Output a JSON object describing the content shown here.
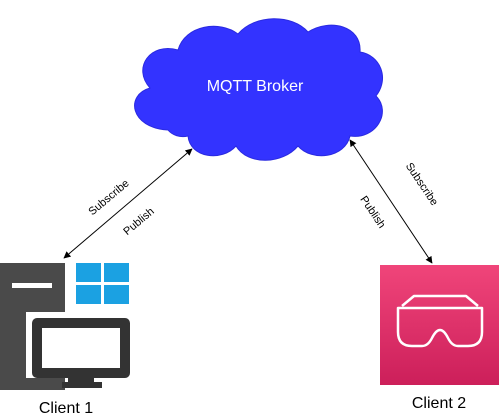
{
  "broker": {
    "label": "MQTT Broker",
    "color": "#3333ff"
  },
  "client1": {
    "label": "Client 1",
    "icon": "desktop-computer-icon",
    "os_icon": "windows-logo-icon",
    "tower_color": "#4a4a4a",
    "monitor_color": "#333333",
    "windows_color": "#1ba1e2"
  },
  "client2": {
    "label": "Client 2",
    "icon": "vr-headset-icon",
    "bg_color_top": "#f0457a",
    "bg_color_bottom": "#cc1f5a"
  },
  "edges": {
    "client1": {
      "subscribe": "Subscribe",
      "publish": "Publish"
    },
    "client2": {
      "subscribe": "Subscribe",
      "publish": "Publish"
    }
  }
}
